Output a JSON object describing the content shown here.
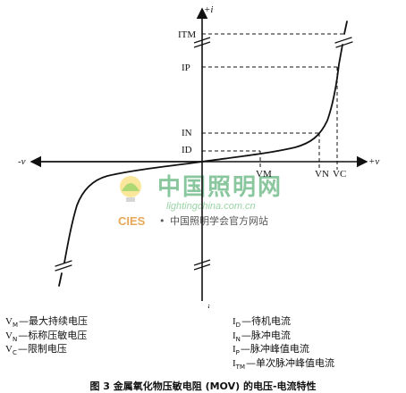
{
  "axes": {
    "y_pos": "+i",
    "y_neg": "-i",
    "x_neg": "-v",
    "x_pos": "+v"
  },
  "current_labels": {
    "itm": "ITM",
    "ip": "IP",
    "in": "IN",
    "id": "ID"
  },
  "voltage_labels": {
    "vm": "VM",
    "vn": "VN",
    "vc": "VC"
  },
  "watermark": {
    "title": "中国照明网",
    "url": "lightingchina.com.cn",
    "logo": "CIES",
    "bullet": "•",
    "site": "中国照明学会官方网站"
  },
  "legend": {
    "left": [
      {
        "sym": "V",
        "sub": "M",
        "text": "—最大持续电压"
      },
      {
        "sym": "V",
        "sub": "N",
        "text": "—标称压敏电压"
      },
      {
        "sym": "V",
        "sub": "C",
        "text": "—限制电压"
      }
    ],
    "right": [
      {
        "sym": "I",
        "sub": "D",
        "text": "—待机电流"
      },
      {
        "sym": "I",
        "sub": "N",
        "text": "—脉冲电流"
      },
      {
        "sym": "I",
        "sub": "P",
        "text": "—脉冲峰值电流"
      },
      {
        "sym": "I",
        "sub": "TM",
        "text": "—单次脉冲峰值电流"
      }
    ]
  },
  "caption": "图 3 金属氧化物压敏电阻 (MOV) 的电压-电流特性",
  "colors": {
    "curve": "#111111",
    "watermark_green": "#2e9a4f",
    "watermark_orange": "#e08a1e"
  }
}
